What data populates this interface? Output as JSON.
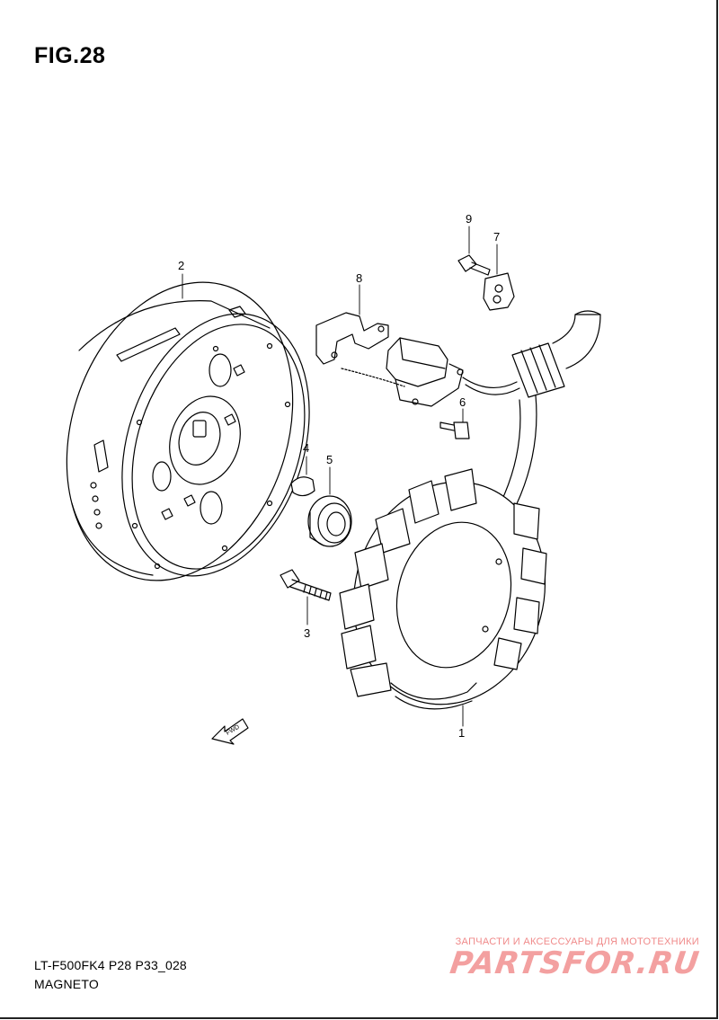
{
  "figure": {
    "title": "FIG.28",
    "model_code": "LT-F500FK4 P28 P33_028",
    "section_name": "MAGNETO"
  },
  "callouts": [
    "1",
    "2",
    "3",
    "4",
    "5",
    "6",
    "7",
    "8",
    "9"
  ],
  "fwd_label": "FWD",
  "watermark": {
    "tagline": "ЗАПЧАСТИ И АКСЕССУАРЫ ДЛЯ МОТОТЕХНИКИ",
    "logo_text": "PARTSFOR.RU"
  },
  "colors": {
    "line": "#000000",
    "watermark": "#f3a0a0"
  }
}
